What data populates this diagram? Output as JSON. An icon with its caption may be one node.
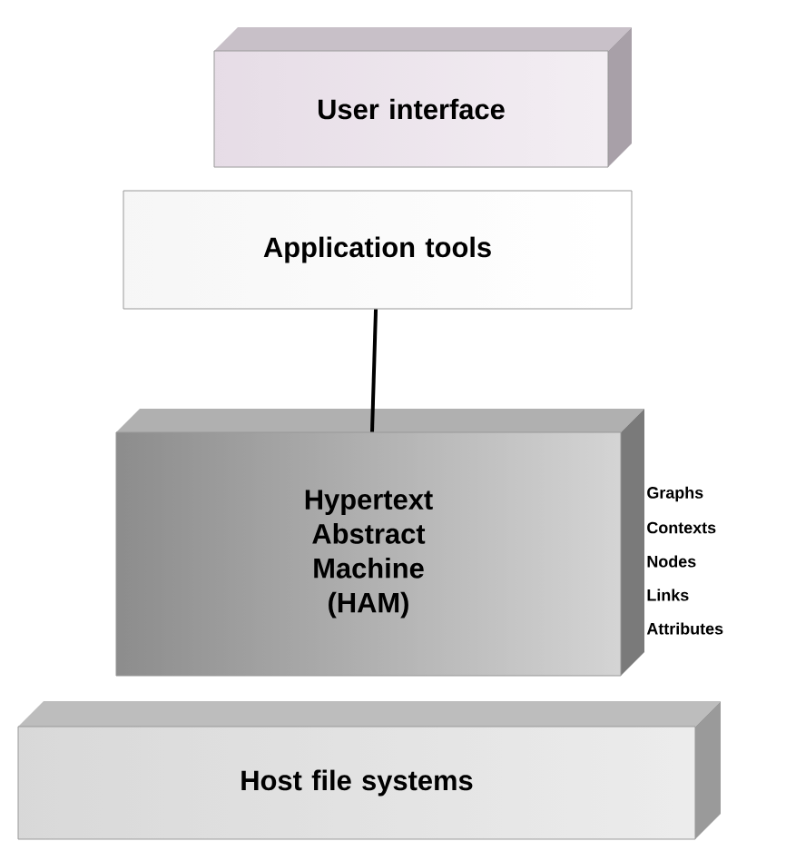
{
  "diagram": {
    "nodes": [
      {
        "text": [
          "User interface"
        ]
      },
      {
        "text": [
          "Application tools"
        ]
      },
      {
        "text": [
          "Hypertext Abstract Machine (HAM)"
        ],
        "beside": [
          "Graphs",
          "Contexts",
          "Nodes",
          "Links",
          "Attributes"
        ]
      },
      {
        "text": [
          "Host file systems"
        ]
      }
    ],
    "edges": [
      {
        "from": 1,
        "to": 2,
        "arrow": "none"
      }
    ]
  }
}
